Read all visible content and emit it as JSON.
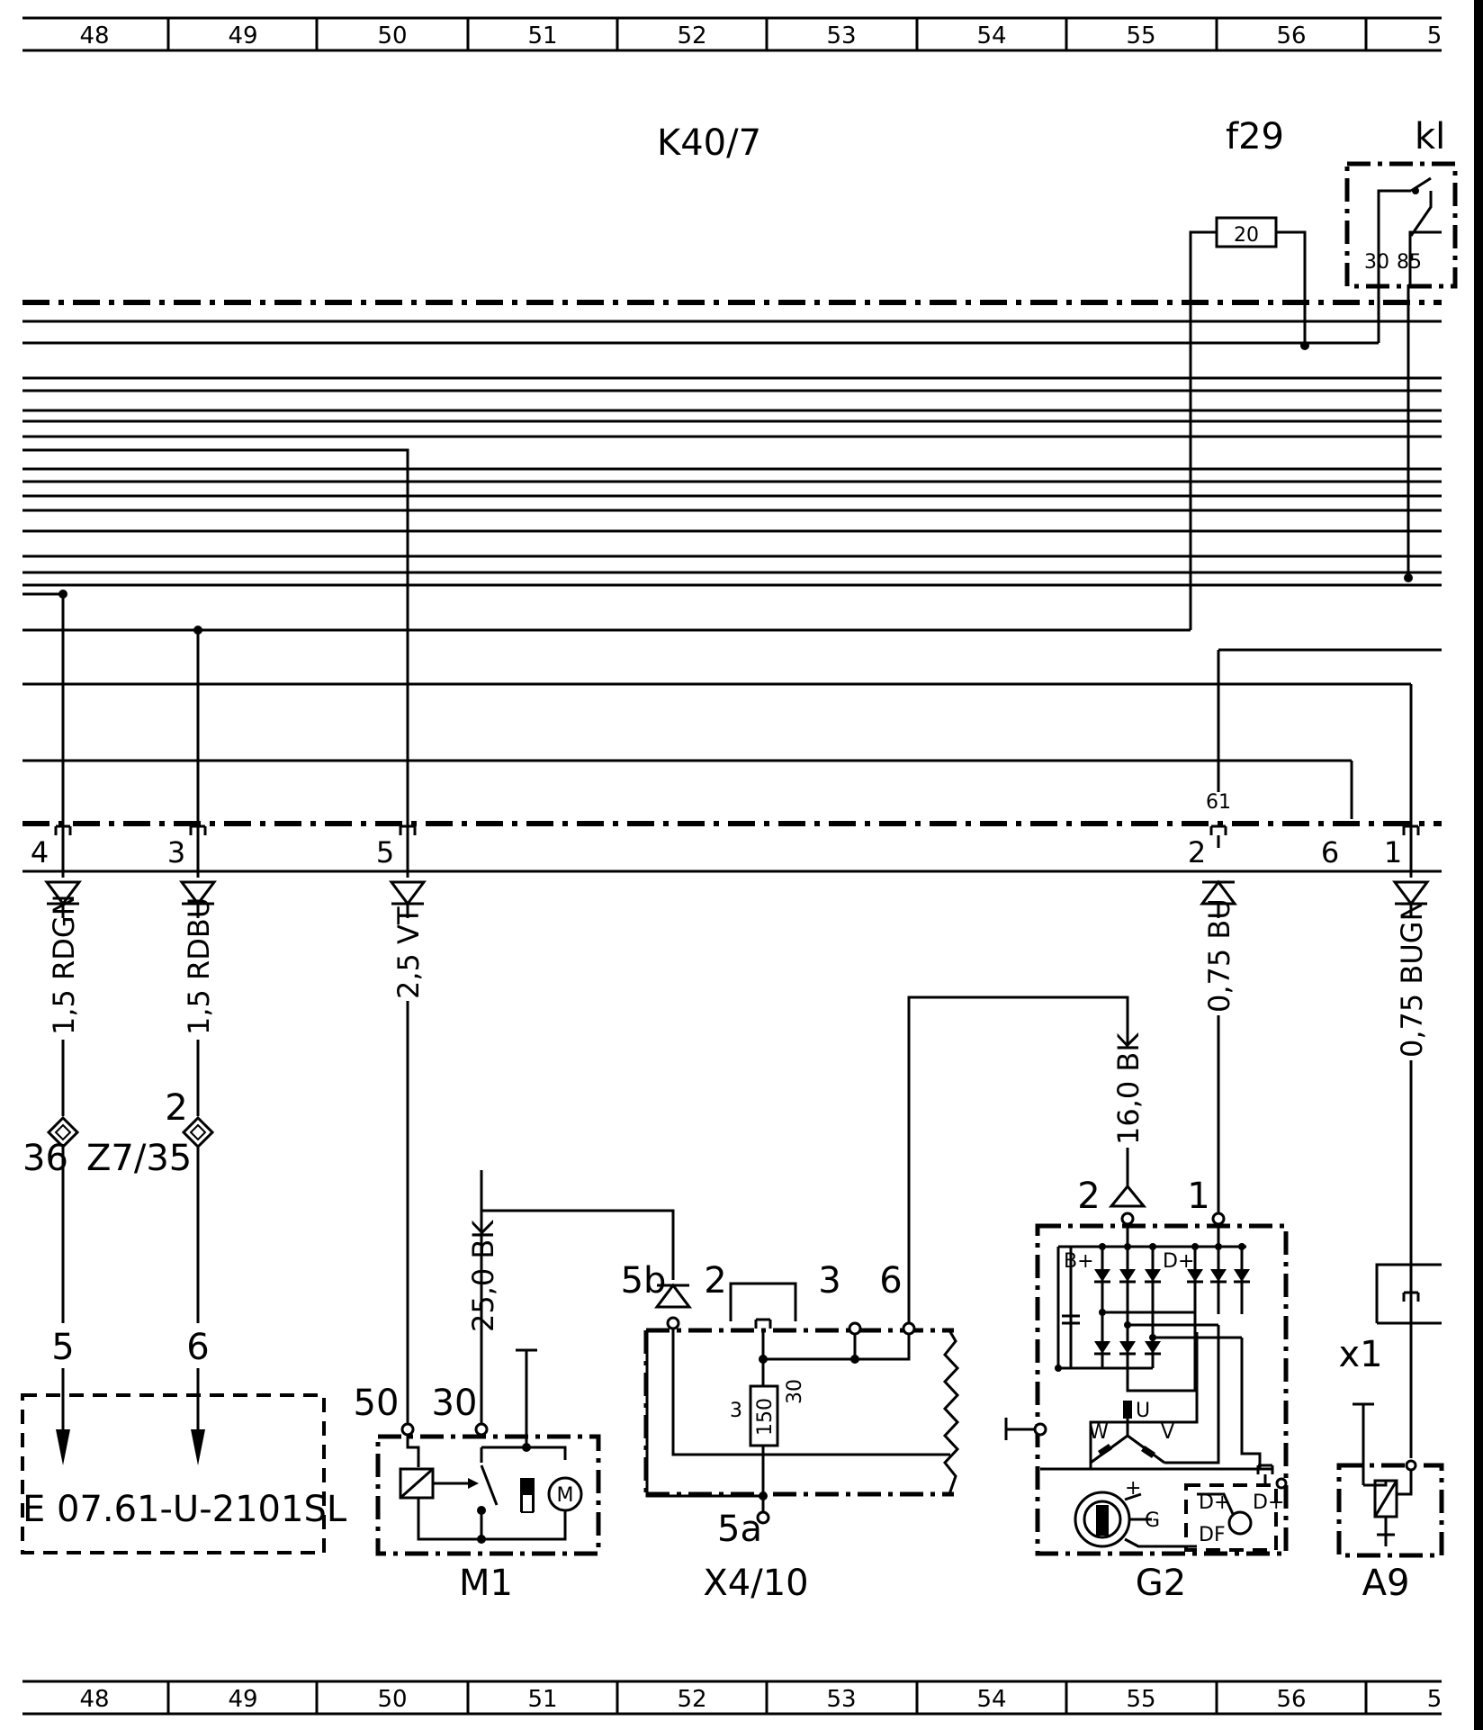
{
  "ruler": {
    "top_cells": [
      "48",
      "49",
      "50",
      "51",
      "52",
      "53",
      "54",
      "55",
      "56",
      "5"
    ],
    "bottom_cells": [
      "48",
      "49",
      "50",
      "51",
      "52",
      "53",
      "54",
      "55",
      "56",
      "5"
    ]
  },
  "labels": {
    "k40_7": "K40/7",
    "f29": "f29",
    "kl_partial": "kl",
    "fuse_value": "20",
    "relay_pin_30": "30",
    "relay_pin_85": "85",
    "pin_61": "61",
    "conn_4": "4",
    "conn_3": "3",
    "conn_5": "5",
    "conn_2": "2",
    "conn_6": "6",
    "conn_1": "1",
    "wire_rdgn": "1,5 RDGN",
    "wire_rdbu": "1,5 RDBU",
    "wire_vt": "2,5 VT",
    "wire_bu": "0,75 BU",
    "wire_bugn": "0,75 BUGN",
    "wire_bk16": "16,0 BK",
    "wire_bk25": "25,0 BK",
    "z7_pin2": "2",
    "z7_36": "36",
    "z7_35": "Z7/35",
    "ref_5": "5",
    "ref_6": "6",
    "ref_box": "E 07.61-U-2101SL",
    "m1_50": "50",
    "m1_30": "30",
    "m1_name": "M1",
    "x4_5b": "5b",
    "x4_2": "2",
    "x4_3": "3",
    "x4_6": "6",
    "x4_5a": "5a",
    "x4_res": "150",
    "x4_res_3": "3",
    "x4_res_30": "30",
    "x4_name": "X4/10",
    "g2_2": "2",
    "g2_1": "1",
    "g2_bplus": "B+",
    "g2_dplus": "D+",
    "g2_u": "U",
    "g2_w": "W",
    "g2_v": "V",
    "g2_g": "G",
    "g2_plus": "+",
    "g2_dplus2": "D+",
    "g2_dplus3": "D+",
    "g2_df": "DF",
    "g2_name": "G2",
    "a9_x1": "x1",
    "a9_name": "A9"
  }
}
